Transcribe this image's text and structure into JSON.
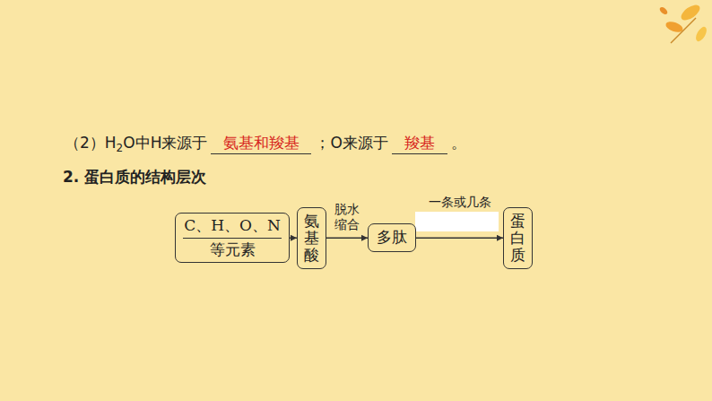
{
  "diagram": {
    "nodes": [
      {
        "text": [
          "C、H、O、N",
          "等元素"
        ]
      },
      {
        "text": [
          "氨基酸"
        ]
      },
      {
        "text": [
          "多肽"
        ]
      },
      {
        "text": [
          "蛋白质"
        ]
      }
    ],
    "edges": [
      {
        "from": 0,
        "to": 1,
        "arrow": "to"
      },
      {
        "from": 1,
        "to": 2,
        "label": "脱水 缩合",
        "arrow": "to"
      },
      {
        "from": 2,
        "to": 3,
        "label": "一条或几条",
        "arrow": "to"
      }
    ],
    "labels": [
      "（2）H",
      "2",
      "O中H来源于",
      "氨基和羧基",
      "；O来源于",
      "羧基",
      "。",
      "2. 蛋白质的结构层次"
    ]
  }
}
